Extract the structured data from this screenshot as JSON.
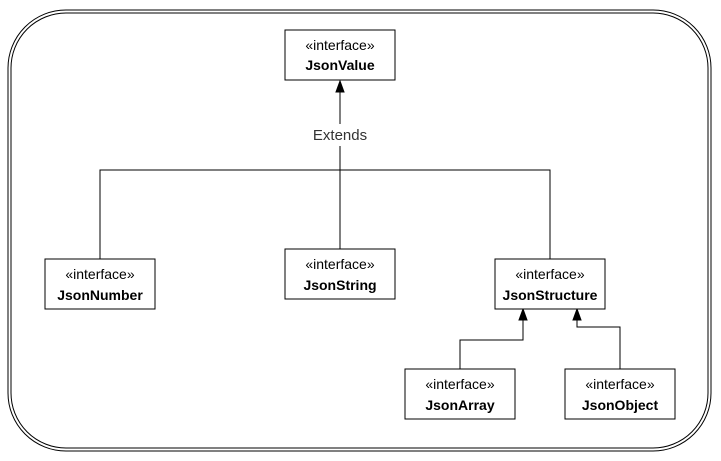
{
  "diagram": {
    "edge_label": "Extends",
    "nodes": [
      {
        "id": "json-value",
        "stereotype": "«interface»",
        "name": "JsonValue"
      },
      {
        "id": "json-number",
        "stereotype": "«interface»",
        "name": "JsonNumber"
      },
      {
        "id": "json-string",
        "stereotype": "«interface»",
        "name": "JsonString"
      },
      {
        "id": "json-structure",
        "stereotype": "«interface»",
        "name": "JsonStructure"
      },
      {
        "id": "json-array",
        "stereotype": "«interface»",
        "name": "JsonArray"
      },
      {
        "id": "json-object",
        "stereotype": "«interface»",
        "name": "JsonObject"
      }
    ]
  }
}
